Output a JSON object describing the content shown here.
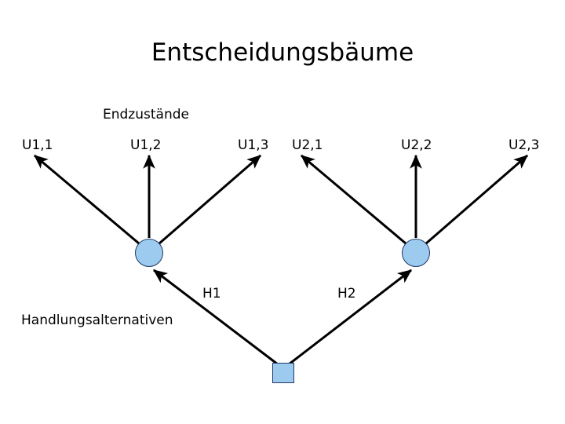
{
  "slide": {
    "title": "Entscheidungsbäume",
    "background_color": "#FFFFFF",
    "text_color": "#000000"
  },
  "labels": {
    "endzustaende": "Endzustände",
    "handlungsalternativen": "Handlungsalternativen"
  },
  "terminal_nodes": [
    {
      "base": "U",
      "sub": "1,1"
    },
    {
      "base": "U",
      "sub": "1,2"
    },
    {
      "base": "U",
      "sub": "1,3"
    },
    {
      "base": "U",
      "sub": "2,1"
    },
    {
      "base": "U",
      "sub": "2,2"
    },
    {
      "base": "U",
      "sub": "2,3"
    }
  ],
  "decision_nodes": [
    {
      "name": "H1",
      "label": "H1",
      "shape": "circle",
      "fill": "#9DCBF0",
      "stroke": "#1F3864"
    },
    {
      "name": "H2",
      "label": "H2",
      "shape": "circle",
      "fill": "#9DCBF0",
      "stroke": "#1F3864"
    }
  ],
  "root_node": {
    "shape": "square",
    "fill": "#9DCBF0",
    "stroke": "#1F3864"
  },
  "edges": {
    "stroke_color": "#000000",
    "branch_stroke_width": 3,
    "root_stroke_width": 3
  }
}
